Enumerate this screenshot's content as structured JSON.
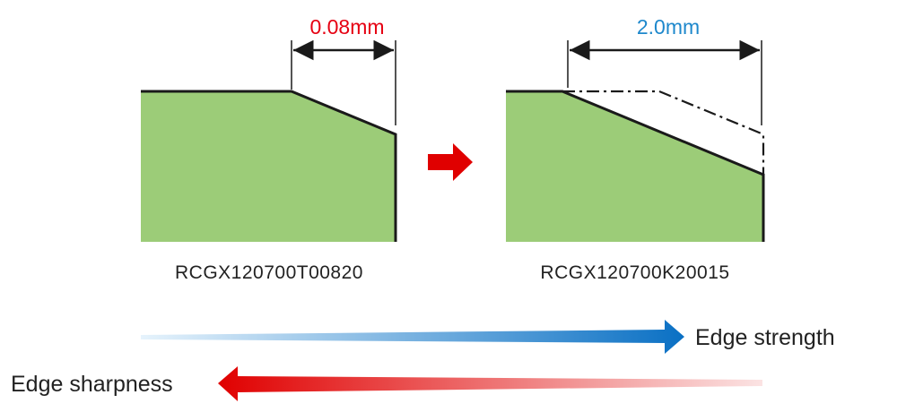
{
  "left_insert": {
    "dimension": "0.08mm",
    "model": "RCGX120700T00820"
  },
  "right_insert": {
    "dimension": "2.0mm",
    "model": "RCGX120700K20015"
  },
  "scale": {
    "strength_label": "Edge strength",
    "sharpness_label": "Edge sharpness"
  },
  "colors": {
    "fill": "#9ccc78",
    "outline": "#1a1a1a",
    "red_dimension": "#e60012",
    "blue_dimension": "#1e88cc",
    "red_arrow": "#e00000",
    "blue_arrow": "#0a70c4"
  }
}
